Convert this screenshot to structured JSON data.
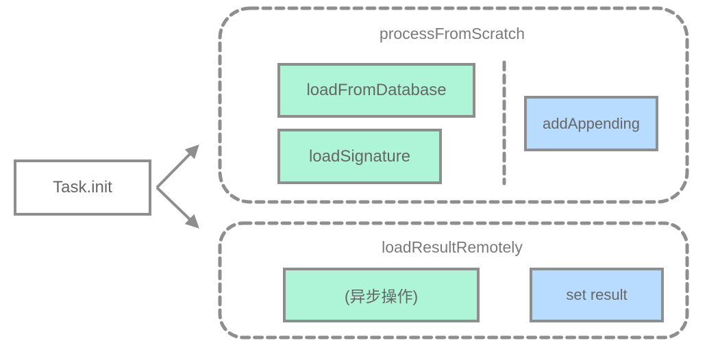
{
  "diagram": {
    "start_node": {
      "label": "Task.init"
    },
    "groups": [
      {
        "title": "processFromScratch",
        "nodes": [
          {
            "label": "loadFromDatabase"
          },
          {
            "label": "loadSignature"
          },
          {
            "label": "addAppending"
          }
        ]
      },
      {
        "title": "loadResultRemotely",
        "nodes": [
          {
            "label": "(异步操作)"
          },
          {
            "label": "set result"
          }
        ]
      }
    ]
  }
}
